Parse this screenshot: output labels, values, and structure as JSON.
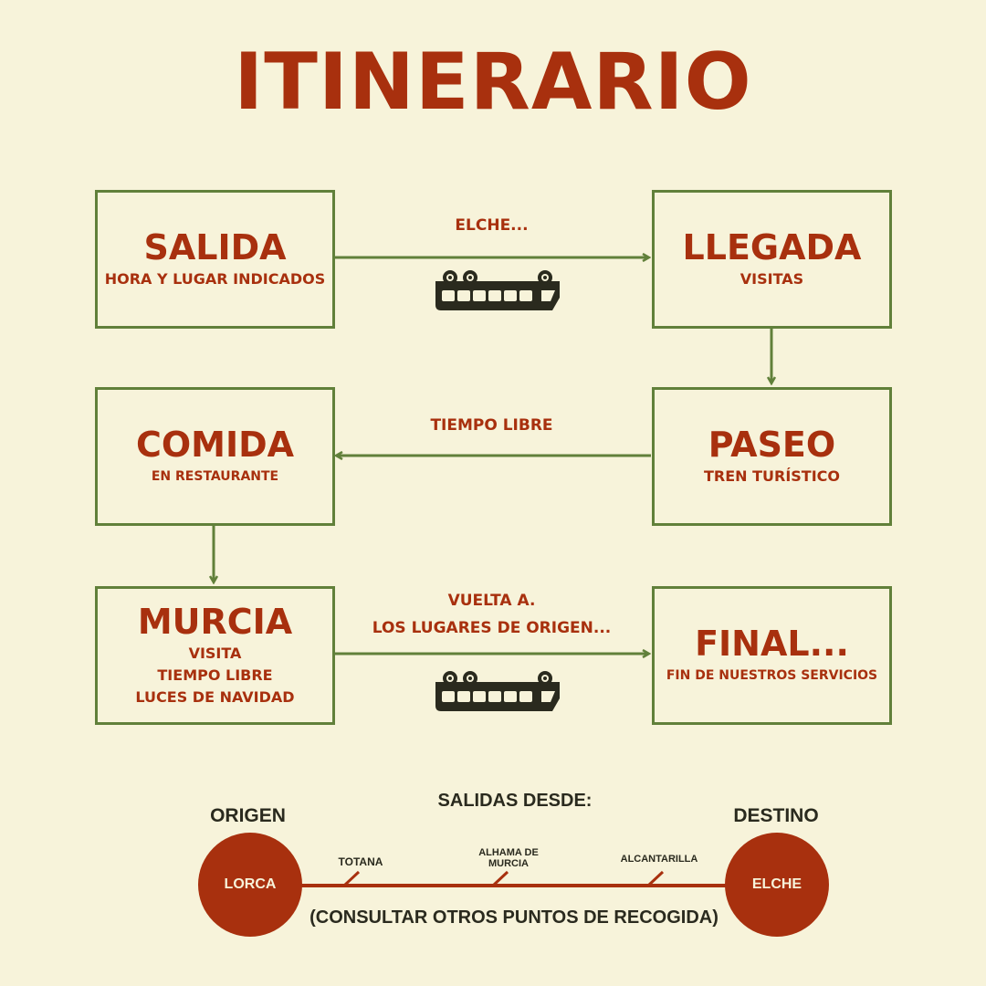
{
  "title": "ITINERARIO",
  "steps": [
    {
      "title": "SALIDA",
      "lines": [
        "HORA Y LUGAR INDICADOS"
      ]
    },
    {
      "title": "LLEGADA",
      "lines": [
        "VISITAS"
      ]
    },
    {
      "title": "PASEO",
      "lines": [
        "TREN TURÍSTICO"
      ]
    },
    {
      "title": "COMIDA",
      "lines": [
        "EN RESTAURANTE"
      ]
    },
    {
      "title": "MURCIA",
      "lines": [
        "VISITA",
        "TIEMPO LIBRE",
        "LUCES DE NAVIDAD"
      ]
    },
    {
      "title": "FINAL...",
      "lines": [
        "FIN DE NUESTROS SERVICIOS"
      ]
    }
  ],
  "connectors": {
    "c1": "ELCHE...",
    "c2": "TIEMPO LIBRE",
    "c3a": "VUELTA A.",
    "c3b": "LOS LUGARES DE ORIGEN..."
  },
  "route": {
    "heading": "SALIDAS DESDE:",
    "origin_label": "ORIGEN",
    "destination_label": "DESTINO",
    "origin": "LORCA",
    "destination": "ELCHE",
    "stops": [
      "TOTANA",
      "ALHAMA DE",
      "MURCIA",
      "ALCANTARILLA"
    ],
    "note": "(CONSULTAR OTROS PUNTOS DE RECOGIDA)"
  },
  "colors": {
    "red": "#a8300e",
    "green": "#61803a",
    "dark": "#2a2a1e",
    "background": "#f7f3da"
  }
}
